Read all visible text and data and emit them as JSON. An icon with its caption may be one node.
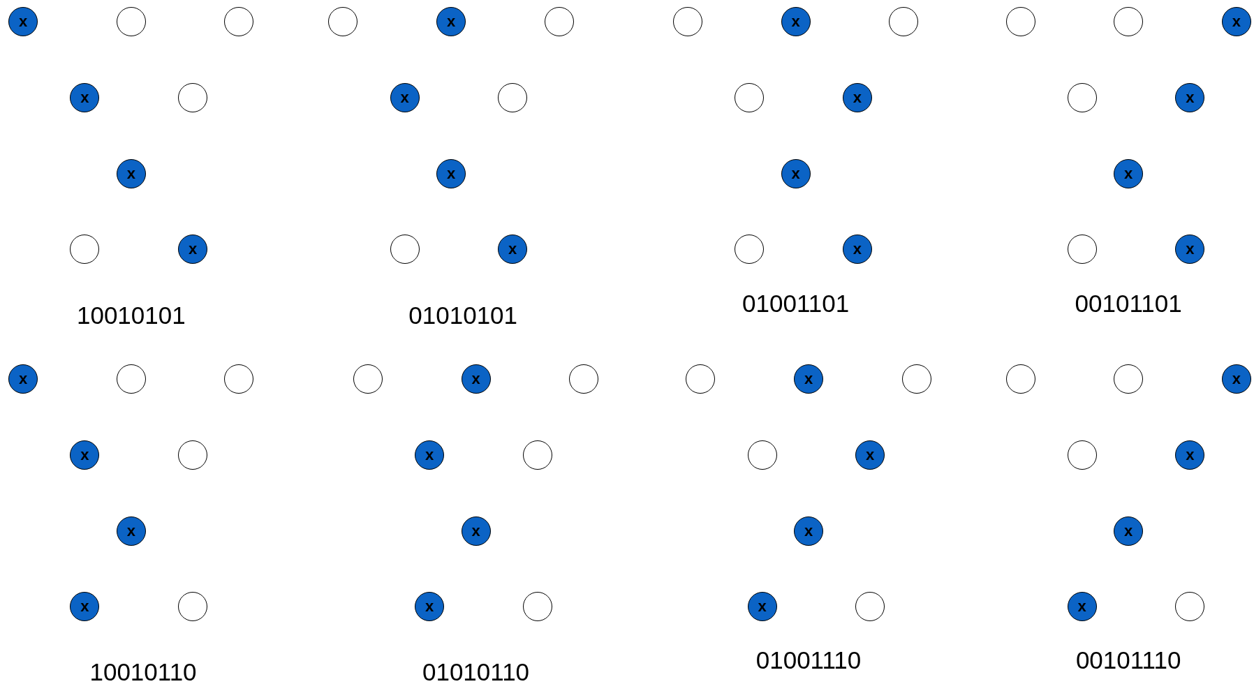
{
  "diagram": {
    "nodes": [
      {
        "text": [
          "x"
        ]
      },
      {
        "text": [],
        "shape": "circle"
      },
      {
        "text": [],
        "shape": "circle"
      },
      {
        "text": [
          "x"
        ]
      },
      {
        "text": [],
        "shape": "circle"
      },
      {
        "text": [
          "x"
        ]
      },
      {
        "text": [],
        "shape": "circle"
      },
      {
        "text": [
          "x"
        ]
      },
      {
        "text": [],
        "shape": "circle"
      },
      {
        "text": [
          "x"
        ]
      },
      {
        "text": [],
        "shape": "circle"
      },
      {
        "text": [
          "x"
        ]
      },
      {
        "text": [],
        "shape": "circle"
      },
      {
        "text": [
          "x"
        ]
      },
      {
        "text": [],
        "shape": "circle"
      },
      {
        "text": [
          "x"
        ]
      },
      {
        "text": [],
        "shape": "circle"
      },
      {
        "text": [
          "x"
        ]
      },
      {
        "text": [],
        "shape": "circle"
      },
      {
        "text": [],
        "shape": "circle"
      },
      {
        "text": [
          "x"
        ]
      },
      {
        "text": [
          "x"
        ]
      },
      {
        "text": [],
        "shape": "circle"
      },
      {
        "text": [
          "x"
        ]
      },
      {
        "text": [],
        "shape": "circle"
      },
      {
        "text": [],
        "shape": "circle"
      },
      {
        "text": [
          "x"
        ]
      },
      {
        "text": [],
        "shape": "circle"
      },
      {
        "text": [
          "x"
        ]
      },
      {
        "text": [
          "x"
        ]
      },
      {
        "text": [],
        "shape": "circle"
      },
      {
        "text": [
          "x"
        ]
      },
      {
        "text": [
          "x"
        ]
      },
      {
        "text": [],
        "shape": "circle"
      },
      {
        "text": [],
        "shape": "circle"
      },
      {
        "text": [
          "x"
        ]
      },
      {
        "text": [],
        "shape": "circle"
      },
      {
        "text": [
          "x"
        ]
      },
      {
        "text": [
          "x"
        ]
      },
      {
        "text": [],
        "shape": "circle"
      },
      {
        "text": [],
        "shape": "circle"
      },
      {
        "text": [
          "x"
        ]
      },
      {
        "text": [],
        "shape": "circle"
      },
      {
        "text": [
          "x"
        ]
      },
      {
        "text": [],
        "shape": "circle"
      },
      {
        "text": [
          "x"
        ]
      },
      {
        "text": [
          "x"
        ]
      },
      {
        "text": [],
        "shape": "circle"
      },
      {
        "text": [],
        "shape": "circle"
      },
      {
        "text": [
          "x"
        ]
      },
      {
        "text": [],
        "shape": "circle"
      },
      {
        "text": [],
        "shape": "circle"
      },
      {
        "text": [
          "x"
        ]
      },
      {
        "text": [
          "x"
        ]
      },
      {
        "text": [
          "x"
        ]
      },
      {
        "text": [],
        "shape": "circle"
      },
      {
        "text": [],
        "shape": "circle"
      },
      {
        "text": [],
        "shape": "circle"
      },
      {
        "text": [
          "x"
        ]
      },
      {
        "text": [],
        "shape": "circle"
      },
      {
        "text": [
          "x"
        ]
      },
      {
        "text": [
          "x"
        ]
      },
      {
        "text": [
          "x"
        ]
      },
      {
        "text": [],
        "shape": "circle"
      }
    ],
    "labels": [
      "10010101",
      "01010101",
      "01001101",
      "00101101",
      "10010110",
      "01010110",
      "01001110",
      "00101110"
    ]
  }
}
